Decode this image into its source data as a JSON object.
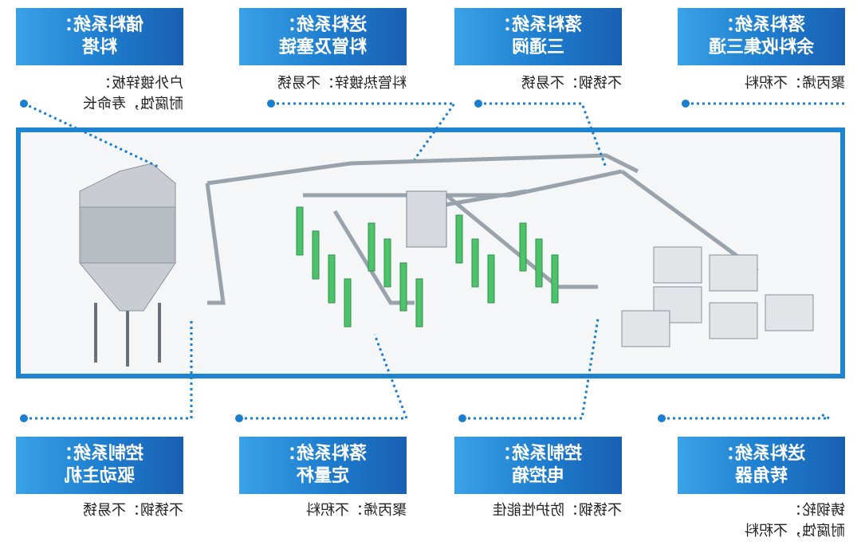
{
  "callouts": [
    {
      "title": "储料系统：",
      "subtitle": "料塔",
      "note": [
        "户外镀锌板：",
        "耐腐蚀，寿命长"
      ]
    },
    {
      "title": "送料系统：",
      "subtitle": "料管及塞链",
      "note": [
        "料管热镀锌：不易锈"
      ]
    },
    {
      "title": "落料系统：",
      "subtitle": "三通阀",
      "note": [
        "不锈钢：不易锈"
      ]
    },
    {
      "title": "落料系统：",
      "subtitle": "余料收集三通",
      "note": [
        "聚丙烯：不积料"
      ]
    },
    {
      "title": "控制系统：",
      "subtitle": "驱动主机",
      "note": [
        "不锈钢：不易锈"
      ]
    },
    {
      "title": "落料系统：",
      "subtitle": "定量杯",
      "note": [
        "聚丙烯：不积料"
      ]
    },
    {
      "title": "控制系统：",
      "subtitle": "电控箱",
      "note": [
        "不锈钢：防护性能佳"
      ]
    },
    {
      "title": "送料系统：",
      "subtitle": "转角器",
      "note": [
        "铸钢轮：",
        "耐腐蚀，不积料"
      ]
    }
  ],
  "colors": {
    "accent": "#1f84cf",
    "dot": "#1a7fd0"
  }
}
